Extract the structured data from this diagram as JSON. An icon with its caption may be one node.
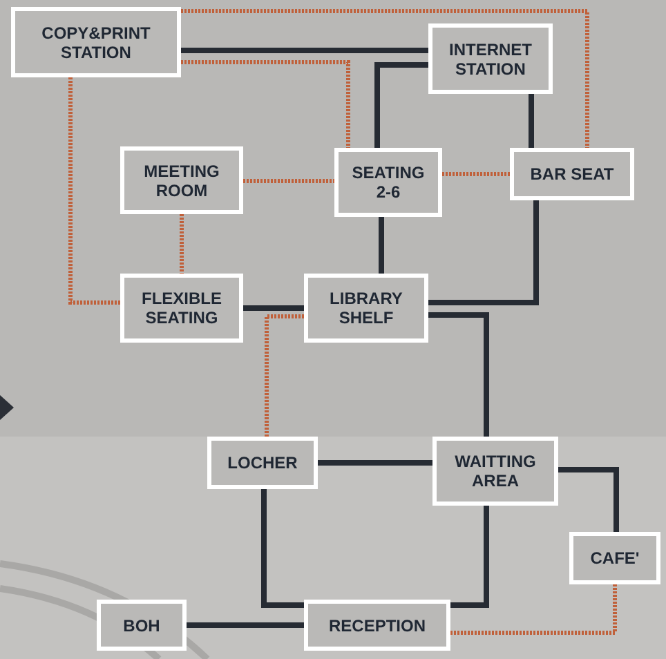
{
  "diagram": {
    "nodes": [
      {
        "text": [
          "COPY&PRINT STATION"
        ]
      },
      {
        "text": [
          "INTERNET STATION"
        ]
      },
      {
        "text": [
          "MEETING ROOM"
        ]
      },
      {
        "text": [
          "SEATING 2-6"
        ]
      },
      {
        "text": [
          "BAR SEAT"
        ]
      },
      {
        "text": [
          "FLEXIBLE SEATING"
        ]
      },
      {
        "text": [
          "LIBRARY SHELF"
        ]
      },
      {
        "text": [
          "LOCHER"
        ]
      },
      {
        "text": [
          "WAITTING AREA"
        ]
      },
      {
        "text": [
          "CAFE'"
        ]
      },
      {
        "text": [
          "BOH"
        ]
      },
      {
        "text": [
          "RECEPTION"
        ]
      }
    ],
    "edges": [
      {
        "from": 0,
        "to": 1,
        "arrow": "none"
      },
      {
        "from": 0,
        "to": 4,
        "arrow": "none",
        "style": "dashed",
        "color": "#c0603a"
      },
      {
        "from": 0,
        "to": 3,
        "arrow": "none",
        "style": "dashed",
        "color": "#c0603a"
      },
      {
        "from": 0,
        "to": 5,
        "arrow": "none",
        "style": "dashed",
        "color": "#c0603a"
      },
      {
        "from": 1,
        "to": 3,
        "arrow": "none"
      },
      {
        "from": 1,
        "to": 4,
        "arrow": "none"
      },
      {
        "from": 2,
        "to": 3,
        "arrow": "none",
        "style": "dashed",
        "color": "#c0603a"
      },
      {
        "from": 3,
        "to": 4,
        "arrow": "none",
        "style": "dashed",
        "color": "#c0603a"
      },
      {
        "from": 2,
        "to": 5,
        "arrow": "none",
        "style": "dashed",
        "color": "#c0603a"
      },
      {
        "from": 3,
        "to": 6,
        "arrow": "none"
      },
      {
        "from": 4,
        "to": 6,
        "arrow": "none"
      },
      {
        "from": 5,
        "to": 6,
        "arrow": "none"
      },
      {
        "from": 6,
        "to": 8,
        "arrow": "none"
      },
      {
        "from": 6,
        "to": 7,
        "arrow": "none",
        "style": "dashed",
        "color": "#c0603a"
      },
      {
        "from": 7,
        "to": 8,
        "arrow": "none"
      },
      {
        "from": 7,
        "to": 11,
        "arrow": "none"
      },
      {
        "from": 8,
        "to": 11,
        "arrow": "none"
      },
      {
        "from": 8,
        "to": 9,
        "arrow": "none"
      },
      {
        "from": 9,
        "to": 11,
        "arrow": "none",
        "style": "dashed",
        "color": "#c0603a"
      },
      {
        "from": 10,
        "to": 11,
        "arrow": "none"
      }
    ]
  }
}
